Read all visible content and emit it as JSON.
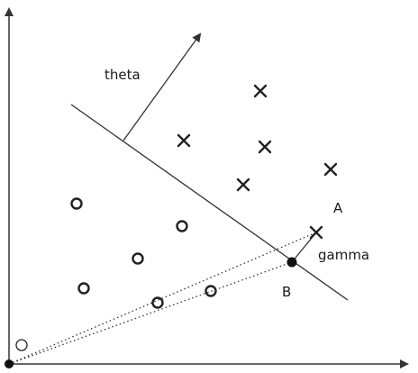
{
  "labels": {
    "theta": "theta",
    "gamma": "gamma",
    "point_a": "A",
    "point_b": "B"
  },
  "colors": {
    "ink": "#333333",
    "background": "#ffffff"
  },
  "markers": {
    "positive_class": "x-mark",
    "negative_class": "o-mark"
  }
}
